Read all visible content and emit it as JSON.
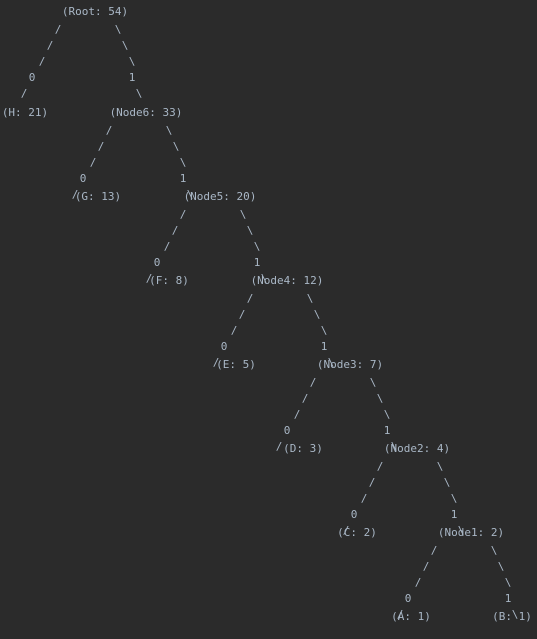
{
  "tree": {
    "nodes": [
      {
        "id": "root",
        "label": "(Root: 54)"
      },
      {
        "id": "h",
        "label": "(H: 21)"
      },
      {
        "id": "node6",
        "label": "(Node6: 33)"
      },
      {
        "id": "g",
        "label": "(G: 13)"
      },
      {
        "id": "node5",
        "label": "(Node5: 20)"
      },
      {
        "id": "f",
        "label": "(F: 8)"
      },
      {
        "id": "node4",
        "label": "(Node4: 12)"
      },
      {
        "id": "e",
        "label": "(E: 5)"
      },
      {
        "id": "node3",
        "label": "(Node3: 7)"
      },
      {
        "id": "d",
        "label": "(D: 3)"
      },
      {
        "id": "node2",
        "label": "(Node2: 4)"
      },
      {
        "id": "c",
        "label": "(C: 2)"
      },
      {
        "id": "node1",
        "label": "(Node1: 2)"
      },
      {
        "id": "a",
        "label": "(A: 1)"
      },
      {
        "id": "b",
        "label": "(B: 1)"
      }
    ],
    "edges": [
      {
        "from": "root",
        "to": "h",
        "bit": "0"
      },
      {
        "from": "root",
        "to": "node6",
        "bit": "1"
      },
      {
        "from": "node6",
        "to": "g",
        "bit": "0"
      },
      {
        "from": "node6",
        "to": "node5",
        "bit": "1"
      },
      {
        "from": "node5",
        "to": "f",
        "bit": "0"
      },
      {
        "from": "node5",
        "to": "node4",
        "bit": "1"
      },
      {
        "from": "node4",
        "to": "e",
        "bit": "0"
      },
      {
        "from": "node4",
        "to": "node3",
        "bit": "1"
      },
      {
        "from": "node3",
        "to": "d",
        "bit": "0"
      },
      {
        "from": "node3",
        "to": "node2",
        "bit": "1"
      },
      {
        "from": "node2",
        "to": "c",
        "bit": "0"
      },
      {
        "from": "node2",
        "to": "node1",
        "bit": "1"
      },
      {
        "from": "node1",
        "to": "a",
        "bit": "0"
      },
      {
        "from": "node1",
        "to": "b",
        "bit": "1"
      }
    ],
    "glyphs": {
      "left": "/",
      "right": "\\"
    }
  }
}
